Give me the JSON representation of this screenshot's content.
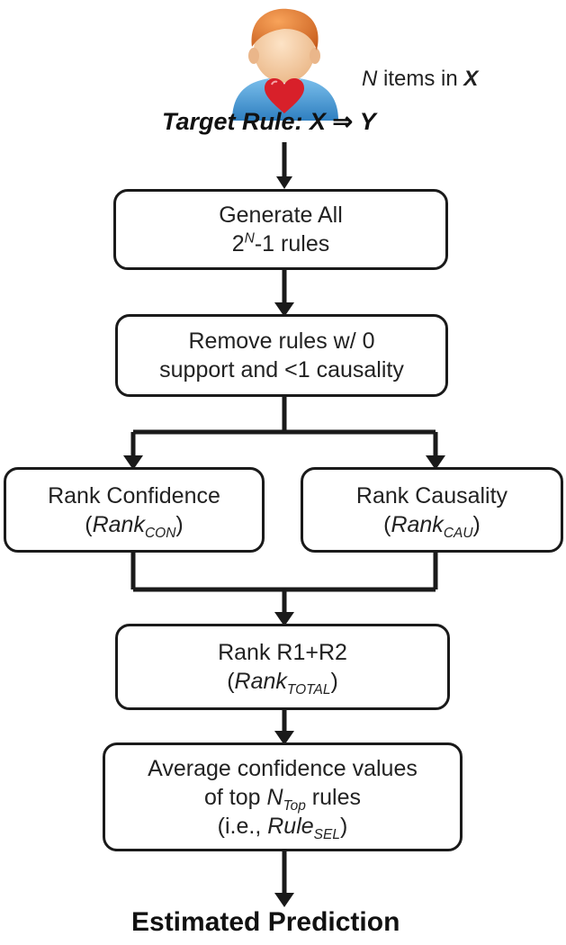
{
  "header": {
    "items_prefix": "N",
    "items_mid": " items in ",
    "items_var": "X",
    "target_prefix": "Target Rule: ",
    "target_x": "X",
    "target_arrow": " ⇒ ",
    "target_y": "Y"
  },
  "steps": {
    "generate": {
      "line1": "Generate All",
      "base": "2",
      "exp": "N",
      "rest": "-1 rules"
    },
    "remove": {
      "line1": "Remove rules w/ 0",
      "line2": "support and <1 causality"
    },
    "rank_confidence": {
      "line1": "Rank Confidence",
      "open": "(",
      "rank": "Rank",
      "sub": "CON",
      "close": ")"
    },
    "rank_causality": {
      "line1": "Rank Causality",
      "open": "(",
      "rank": "Rank",
      "sub": "CAU",
      "close": ")"
    },
    "rank_total": {
      "line1": "Rank R1+R2",
      "open": "(",
      "rank": "Rank",
      "sub": "TOTAL",
      "close": ")"
    },
    "average": {
      "line1": "Average confidence values",
      "line2_prefix": "of top ",
      "n": "N",
      "n_sub": "Top",
      "line2_suffix": " rules",
      "line3_prefix": "(i.e., ",
      "rule": "Rule",
      "rule_sub": "SEL",
      "line3_suffix": ")"
    }
  },
  "output": {
    "label": "Estimated Prediction"
  },
  "icons": {
    "user": "user-heart-icon"
  },
  "colors": {
    "stroke": "#1a1a1a",
    "hair": "#e8823a",
    "face": "#f6cfa6",
    "shirt": "#4e9fd8",
    "heart": "#d8202a"
  }
}
